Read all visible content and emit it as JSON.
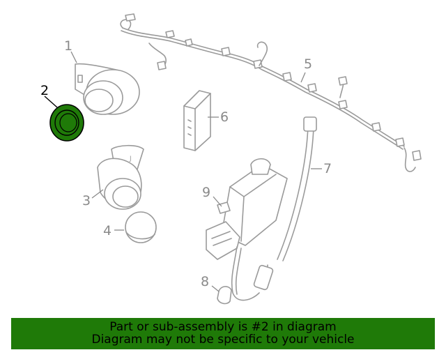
{
  "callouts": {
    "c1": "1",
    "c2": "2",
    "c3": "3",
    "c4": "4",
    "c5": "5",
    "c6": "6",
    "c7": "7",
    "c8": "8",
    "c9": "9"
  },
  "highlighted_part": "2",
  "colors": {
    "highlight_fill": "#1f7a08",
    "line_art": "#9a9a9a",
    "banner_bg": "#1f7a08"
  },
  "banner": {
    "line1": "Part or sub-assembly is #2 in diagram",
    "line2": "Diagram may not be specific to your vehicle"
  }
}
